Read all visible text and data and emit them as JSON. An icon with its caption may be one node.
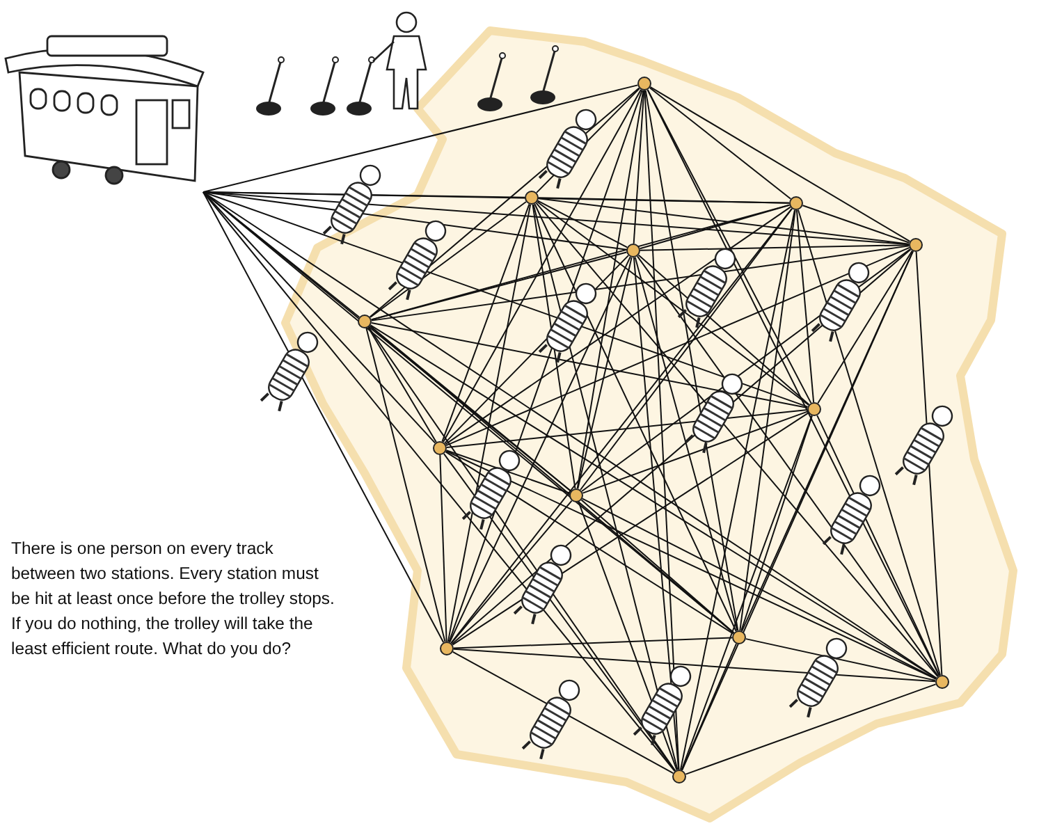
{
  "diagram": {
    "nodes": [
      {
        "text": [],
        "shape": "picture"
      },
      {
        "text": [],
        "shape": "circle"
      },
      {
        "text": [],
        "shape": "circle"
      },
      {
        "text": [],
        "shape": "circle"
      },
      {
        "text": [],
        "shape": "circle"
      },
      {
        "text": [],
        "shape": "circle"
      },
      {
        "text": [],
        "shape": "circle"
      },
      {
        "text": [],
        "shape": "circle"
      },
      {
        "text": [],
        "shape": "circle"
      },
      {
        "text": [],
        "shape": "circle"
      },
      {
        "text": [],
        "shape": "circle"
      },
      {
        "text": [],
        "shape": "circle"
      },
      {
        "text": [],
        "shape": "circle"
      },
      {
        "text": [],
        "shape": "circle"
      }
    ],
    "edges": [
      {
        "from": 0,
        "to": 1,
        "arrow": "none"
      },
      {
        "from": 0,
        "to": 2,
        "arrow": "none"
      },
      {
        "from": 0,
        "to": 3,
        "arrow": "none"
      },
      {
        "from": 0,
        "to": 4,
        "arrow": "none"
      },
      {
        "from": 0,
        "to": 5,
        "arrow": "none"
      },
      {
        "from": 0,
        "to": 6,
        "arrow": "none"
      },
      {
        "from": 0,
        "to": 7,
        "arrow": "none"
      },
      {
        "from": 0,
        "to": 8,
        "arrow": "none"
      },
      {
        "from": 0,
        "to": 9,
        "arrow": "none"
      },
      {
        "from": 0,
        "to": 10,
        "arrow": "none"
      },
      {
        "from": 0,
        "to": 11,
        "arrow": "none"
      },
      {
        "from": 0,
        "to": 12,
        "arrow": "none"
      },
      {
        "from": 0,
        "to": 13,
        "arrow": "none"
      },
      {
        "from": 1,
        "to": 2,
        "arrow": "none"
      },
      {
        "from": 1,
        "to": 3,
        "arrow": "none"
      },
      {
        "from": 1,
        "to": 4,
        "arrow": "none"
      },
      {
        "from": 1,
        "to": 5,
        "arrow": "none"
      },
      {
        "from": 1,
        "to": 6,
        "arrow": "none"
      },
      {
        "from": 1,
        "to": 7,
        "arrow": "none"
      },
      {
        "from": 1,
        "to": 8,
        "arrow": "none"
      },
      {
        "from": 1,
        "to": 9,
        "arrow": "none"
      },
      {
        "from": 1,
        "to": 10,
        "arrow": "none"
      },
      {
        "from": 1,
        "to": 11,
        "arrow": "none"
      },
      {
        "from": 1,
        "to": 12,
        "arrow": "none"
      },
      {
        "from": 1,
        "to": 13,
        "arrow": "none"
      },
      {
        "from": 2,
        "to": 3,
        "arrow": "none"
      },
      {
        "from": 2,
        "to": 4,
        "arrow": "none"
      },
      {
        "from": 2,
        "to": 5,
        "arrow": "none"
      },
      {
        "from": 2,
        "to": 6,
        "arrow": "none"
      },
      {
        "from": 2,
        "to": 7,
        "arrow": "none"
      },
      {
        "from": 2,
        "to": 8,
        "arrow": "none"
      },
      {
        "from": 2,
        "to": 9,
        "arrow": "none"
      },
      {
        "from": 2,
        "to": 10,
        "arrow": "none"
      },
      {
        "from": 2,
        "to": 11,
        "arrow": "none"
      },
      {
        "from": 2,
        "to": 12,
        "arrow": "none"
      },
      {
        "from": 2,
        "to": 13,
        "arrow": "none"
      },
      {
        "from": 3,
        "to": 4,
        "arrow": "none"
      },
      {
        "from": 3,
        "to": 5,
        "arrow": "none"
      },
      {
        "from": 3,
        "to": 6,
        "arrow": "none"
      },
      {
        "from": 3,
        "to": 7,
        "arrow": "none"
      },
      {
        "from": 3,
        "to": 8,
        "arrow": "none"
      },
      {
        "from": 3,
        "to": 9,
        "arrow": "none"
      },
      {
        "from": 3,
        "to": 10,
        "arrow": "none"
      },
      {
        "from": 3,
        "to": 11,
        "arrow": "none"
      },
      {
        "from": 3,
        "to": 12,
        "arrow": "none"
      },
      {
        "from": 3,
        "to": 13,
        "arrow": "none"
      },
      {
        "from": 4,
        "to": 5,
        "arrow": "none"
      },
      {
        "from": 4,
        "to": 6,
        "arrow": "none"
      },
      {
        "from": 4,
        "to": 7,
        "arrow": "none"
      },
      {
        "from": 4,
        "to": 8,
        "arrow": "none"
      },
      {
        "from": 4,
        "to": 9,
        "arrow": "none"
      },
      {
        "from": 4,
        "to": 10,
        "arrow": "none"
      },
      {
        "from": 4,
        "to": 11,
        "arrow": "none"
      },
      {
        "from": 4,
        "to": 12,
        "arrow": "none"
      },
      {
        "from": 4,
        "to": 13,
        "arrow": "none"
      },
      {
        "from": 5,
        "to": 6,
        "arrow": "none"
      },
      {
        "from": 5,
        "to": 7,
        "arrow": "none"
      },
      {
        "from": 5,
        "to": 8,
        "arrow": "none"
      },
      {
        "from": 5,
        "to": 9,
        "arrow": "none"
      },
      {
        "from": 5,
        "to": 10,
        "arrow": "none"
      },
      {
        "from": 5,
        "to": 11,
        "arrow": "none"
      },
      {
        "from": 5,
        "to": 12,
        "arrow": "none"
      },
      {
        "from": 5,
        "to": 13,
        "arrow": "none"
      },
      {
        "from": 6,
        "to": 7,
        "arrow": "none"
      },
      {
        "from": 6,
        "to": 8,
        "arrow": "none"
      },
      {
        "from": 6,
        "to": 9,
        "arrow": "none"
      },
      {
        "from": 6,
        "to": 10,
        "arrow": "none"
      },
      {
        "from": 6,
        "to": 11,
        "arrow": "none"
      },
      {
        "from": 6,
        "to": 12,
        "arrow": "none"
      },
      {
        "from": 6,
        "to": 13,
        "arrow": "none"
      },
      {
        "from": 7,
        "to": 8,
        "arrow": "none"
      },
      {
        "from": 7,
        "to": 9,
        "arrow": "none"
      },
      {
        "from": 7,
        "to": 10,
        "arrow": "none"
      },
      {
        "from": 7,
        "to": 11,
        "arrow": "none"
      },
      {
        "from": 7,
        "to": 12,
        "arrow": "none"
      },
      {
        "from": 7,
        "to": 13,
        "arrow": "none"
      },
      {
        "from": 8,
        "to": 9,
        "arrow": "none"
      },
      {
        "from": 8,
        "to": 10,
        "arrow": "none"
      },
      {
        "from": 8,
        "to": 11,
        "arrow": "none"
      },
      {
        "from": 8,
        "to": 12,
        "arrow": "none"
      },
      {
        "from": 8,
        "to": 13,
        "arrow": "none"
      },
      {
        "from": 9,
        "to": 10,
        "arrow": "none"
      },
      {
        "from": 9,
        "to": 11,
        "arrow": "none"
      },
      {
        "from": 9,
        "to": 12,
        "arrow": "none"
      },
      {
        "from": 9,
        "to": 13,
        "arrow": "none"
      },
      {
        "from": 10,
        "to": 11,
        "arrow": "none"
      },
      {
        "from": 10,
        "to": 12,
        "arrow": "none"
      },
      {
        "from": 10,
        "to": 13,
        "arrow": "none"
      },
      {
        "from": 11,
        "to": 12,
        "arrow": "none"
      },
      {
        "from": 11,
        "to": 13,
        "arrow": "none"
      },
      {
        "from": 12,
        "to": 13,
        "arrow": "none"
      }
    ],
    "labels": [
      "There is one person on every track between two stations. Every station must be hit at least once before the trolley stops. If you do nothing, the trolley will take the least efficient route. What do you do?"
    ]
  }
}
